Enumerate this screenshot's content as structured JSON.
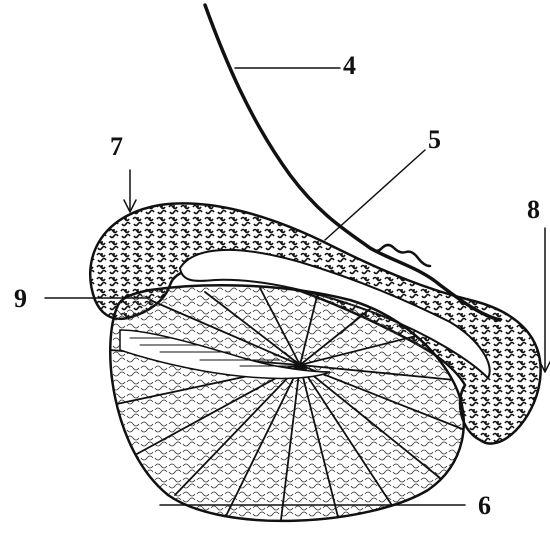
{
  "figure": {
    "subject": "testis-and-epididymis-section",
    "ink_color": "#111111",
    "background": "#ffffff",
    "labels": [
      {
        "id": "4",
        "text": "4",
        "part": "ductus-deferens"
      },
      {
        "id": "5",
        "text": "5",
        "part": "epididymis-body"
      },
      {
        "id": "6",
        "text": "6",
        "part": "testis-lobules"
      },
      {
        "id": "7",
        "text": "7",
        "part": "epididymis-head"
      },
      {
        "id": "8",
        "text": "8",
        "part": "epididymis-tail"
      },
      {
        "id": "9",
        "text": "9",
        "part": "rete-testis"
      }
    ]
  }
}
